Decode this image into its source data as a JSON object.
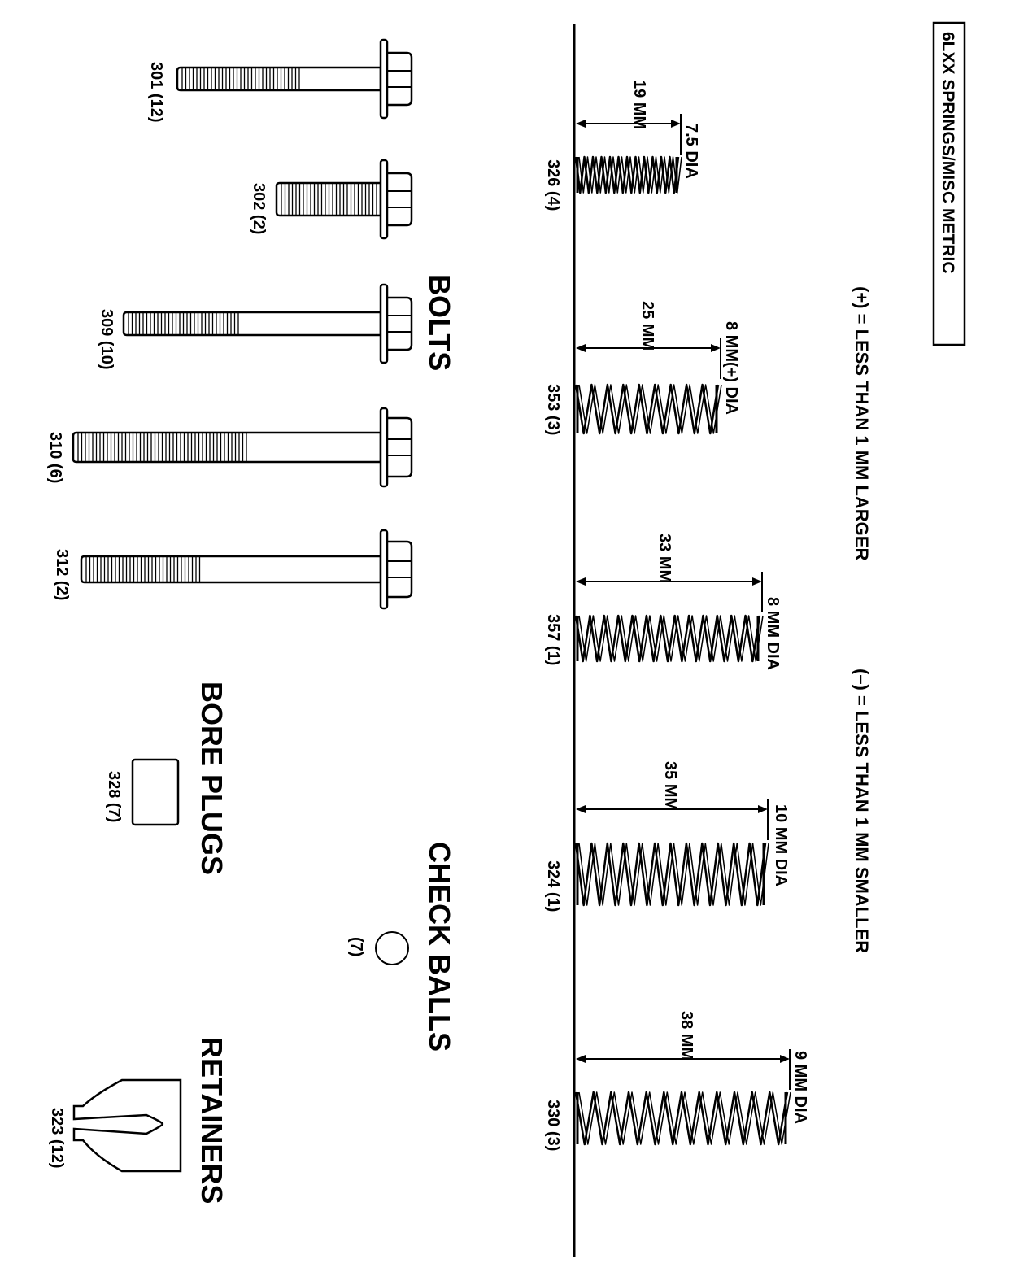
{
  "title": "6LXX SPRINGS/MISC METRIC",
  "legend": {
    "plus": "(+) = LESS THAN 1 MM LARGER",
    "minus": "(–) = LESS THAN 1 MM SMALLER"
  },
  "springs": [
    {
      "part": "326 (4)",
      "length": "19 MM",
      "dia": "7.5 DIA"
    },
    {
      "part": "353 (3)",
      "length": "25 MM",
      "dia": "8 MM(+) DIA"
    },
    {
      "part": "357 (1)",
      "length": "33 MM",
      "dia": "8 MM DIA"
    },
    {
      "part": "324 (1)",
      "length": "35 MM",
      "dia": "10 MM DIA"
    },
    {
      "part": "330 (3)",
      "length": "38 MM",
      "dia": "9 MM DIA"
    }
  ],
  "bolts": {
    "heading": "BOLTS",
    "items": [
      {
        "part": "301 (12)"
      },
      {
        "part": "302 (2)"
      },
      {
        "part": "309 (10)"
      },
      {
        "part": "310 (6)"
      },
      {
        "part": "312 (2)"
      }
    ]
  },
  "bore_plugs": {
    "heading": "BORE PLUGS",
    "part": "328 (7)"
  },
  "check_balls": {
    "heading": "CHECK BALLS",
    "part": "(7)"
  },
  "retainers": {
    "heading": "RETAINERS",
    "part": "323 (12)"
  }
}
